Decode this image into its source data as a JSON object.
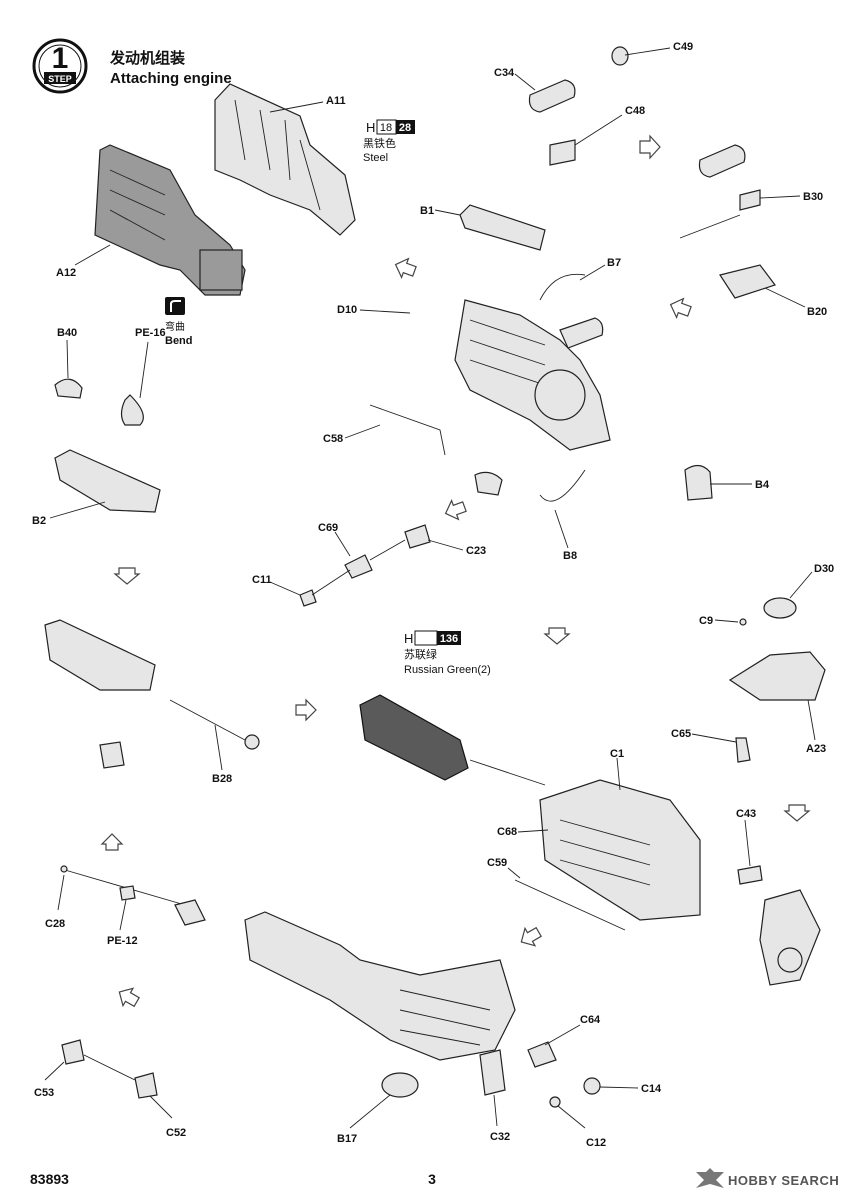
{
  "step": {
    "number": "1",
    "badge_text": "STEP",
    "title_cn": "发动机组装",
    "title_en": "Attaching engine"
  },
  "paint_callouts": [
    {
      "prefix": "H",
      "codes": [
        "18",
        "28"
      ],
      "name_cn": "黑铁色",
      "name_en": "Steel"
    },
    {
      "prefix": "H",
      "codes": [
        "136"
      ],
      "name_cn": "苏联绿",
      "name_en": "Russian Green(2)"
    }
  ],
  "bend_note": {
    "cn": "弯曲",
    "en": "Bend"
  },
  "part_labels": [
    "A11",
    "A12",
    "B1",
    "B7",
    "D10",
    "C34",
    "C49",
    "C48",
    "B30",
    "B20",
    "B40",
    "PE-16",
    "B2",
    "C58",
    "B4",
    "B8",
    "C69",
    "C23",
    "C11",
    "D30",
    "C9",
    "A23",
    "C65",
    "B28",
    "C1",
    "C68",
    "C43",
    "C59",
    "C28",
    "PE-12",
    "C64",
    "C14",
    "C12",
    "C53",
    "C52",
    "B17",
    "C32"
  ],
  "footer": {
    "kit_number": "83893",
    "page_number": "3"
  },
  "watermark": {
    "brand": "HOBBY SEARCH"
  }
}
